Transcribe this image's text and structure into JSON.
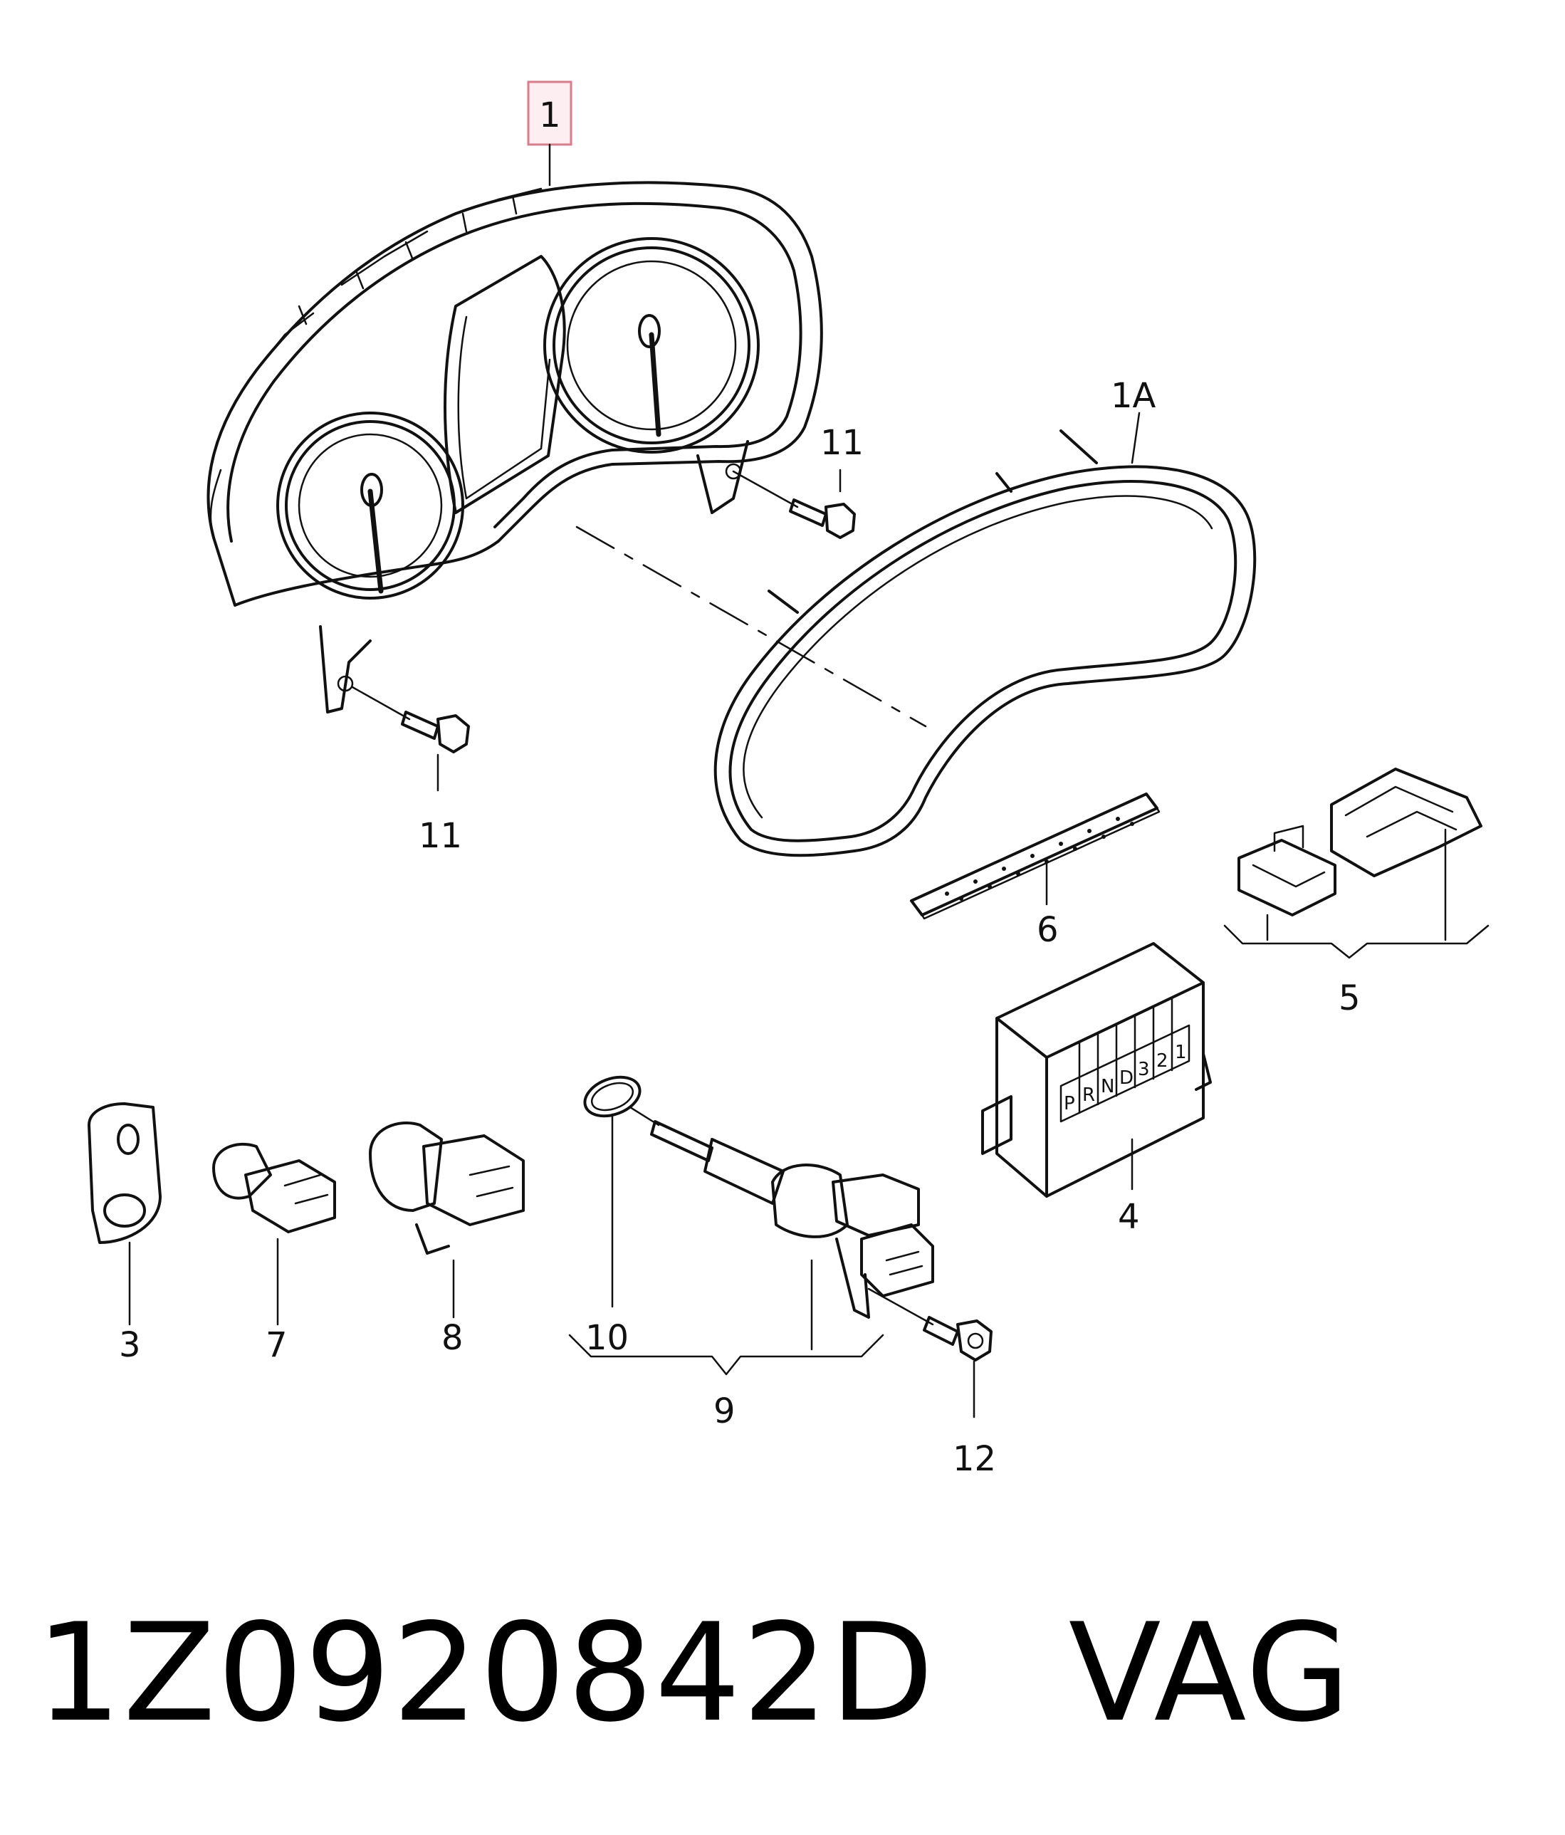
{
  "callouts": {
    "c1": "1",
    "c1a": "1A",
    "c11_top": "11",
    "c11_bottom": "11",
    "c6": "6",
    "c5": "5",
    "c4": "4",
    "c3": "3",
    "c7": "7",
    "c8": "8",
    "c10": "10",
    "c9": "9",
    "c12": "12"
  },
  "gear_letters": [
    "P",
    "R",
    "N",
    "D",
    "3",
    "2",
    "1"
  ],
  "caption": {
    "part_number": "1Z0920842D",
    "brand": "VAG"
  },
  "colors": {
    "ink": "#111111",
    "highlight_border": "#e07a8a",
    "highlight_fill": "#fdeef1"
  }
}
